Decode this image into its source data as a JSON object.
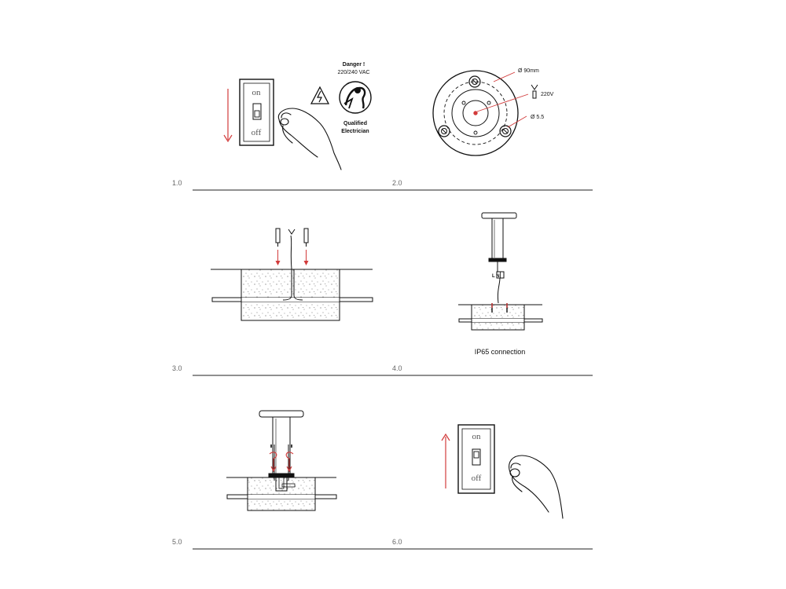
{
  "steps": [
    {
      "number": "1.0"
    },
    {
      "number": "2.0"
    },
    {
      "number": "3.0"
    },
    {
      "number": "4.0"
    },
    {
      "number": "5.0"
    },
    {
      "number": "6.0"
    }
  ],
  "step1": {
    "switch_on": "on",
    "switch_off": "off",
    "danger_line1": "Danger !",
    "danger_line2": "220/240 VAC",
    "qualified_line1": "Qualified",
    "qualified_line2": "Electrician"
  },
  "step2": {
    "diameter_label": "Ø 90mm",
    "voltage_label": "220V",
    "hole_label": "Ø 5.5"
  },
  "step4": {
    "terminal_label": "L  N",
    "caption": "IP65 connection"
  },
  "step6": {
    "switch_on": "on",
    "switch_off": "off"
  },
  "colors": {
    "line": "#111111",
    "accent_red": "#d23b3b",
    "divider": "#222222",
    "step_number": "#666666"
  },
  "icons": [
    "hand-icon",
    "warning-icon",
    "electrician-icon",
    "arrow-down-icon",
    "arrow-up-icon",
    "rotate-arrow-icon"
  ]
}
